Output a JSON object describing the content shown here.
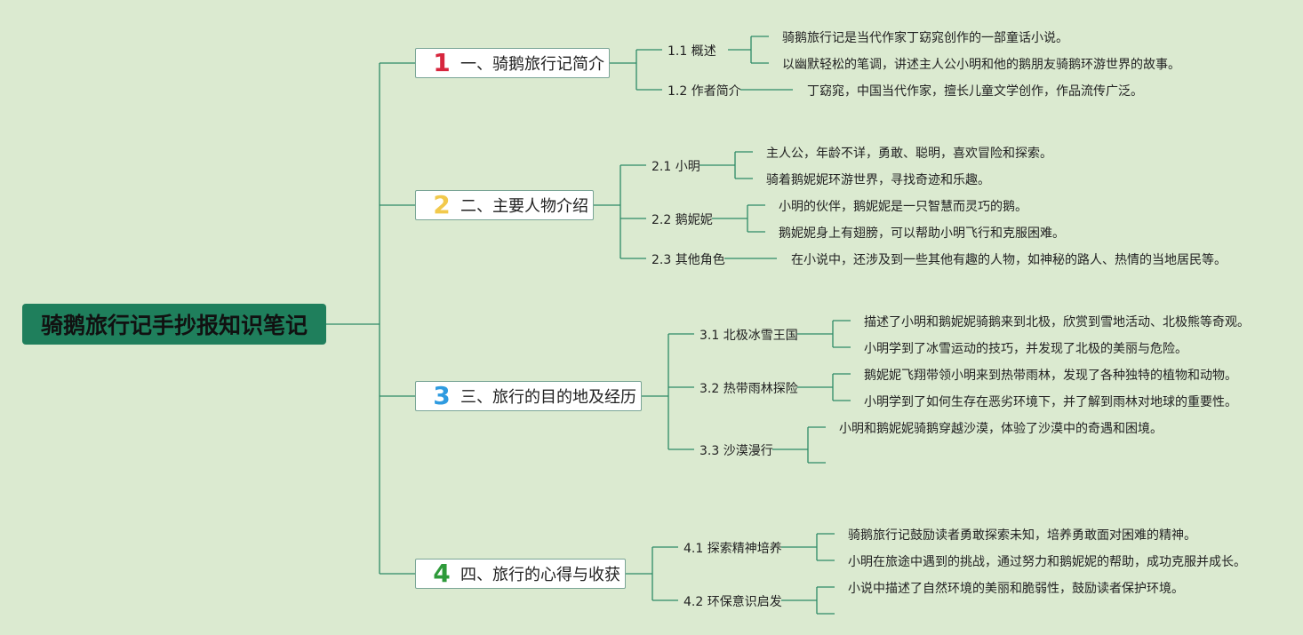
{
  "root": {
    "title": "骑鹅旅行记手抄报知识笔记"
  },
  "colors": {
    "background": "#dbead0",
    "root": "#1f7f5c",
    "line": "#2e8a66",
    "num1": "#d7263d",
    "num2": "#f2c94c",
    "num3": "#2f9be0",
    "num4": "#2e9a3a"
  },
  "sections": [
    {
      "num": "1",
      "title": "一、骑鹅旅行记简介",
      "subs": [
        {
          "label": "1.1 概述",
          "leaves": [
            "骑鹅旅行记是当代作家丁窈窕创作的一部童话小说。",
            "以幽默轻松的笔调，讲述主人公小明和他的鹅朋友骑鹅环游世界的故事。"
          ]
        },
        {
          "label": "1.2 作者简介",
          "leaves": [
            "丁窈窕，中国当代作家，擅长儿童文学创作，作品流传广泛。"
          ]
        }
      ]
    },
    {
      "num": "2",
      "title": "二、主要人物介绍",
      "subs": [
        {
          "label": "2.1 小明",
          "leaves": [
            "主人公，年龄不详，勇敢、聪明，喜欢冒险和探索。",
            "骑着鹅妮妮环游世界，寻找奇迹和乐趣。"
          ]
        },
        {
          "label": "2.2 鹅妮妮",
          "leaves": [
            "小明的伙伴，鹅妮妮是一只智慧而灵巧的鹅。",
            "鹅妮妮身上有翅膀，可以帮助小明飞行和克服困难。"
          ]
        },
        {
          "label": "2.3 其他角色",
          "leaves": [
            "在小说中，还涉及到一些其他有趣的人物，如神秘的路人、热情的当地居民等。"
          ]
        }
      ]
    },
    {
      "num": "3",
      "title": "三、旅行的目的地及经历",
      "subs": [
        {
          "label": "3.1 北极冰雪王国",
          "leaves": [
            "描述了小明和鹅妮妮骑鹅来到北极，欣赏到雪地活动、北极熊等奇观。",
            "小明学到了冰雪运动的技巧，并发现了北极的美丽与危险。"
          ]
        },
        {
          "label": "3.2 热带雨林探险",
          "leaves": [
            "鹅妮妮飞翔带领小明来到热带雨林，发现了各种独特的植物和动物。",
            "小明学到了如何生存在恶劣环境下，并了解到雨林对地球的重要性。"
          ]
        },
        {
          "label": "3.3 沙漠漫行",
          "leaves": [
            "小明和鹅妮妮骑鹅穿越沙漠，体验了沙漠中的奇遇和困境。",
            ""
          ]
        }
      ]
    },
    {
      "num": "4",
      "title": "四、旅行的心得与收获",
      "subs": [
        {
          "label": "4.1 探索精神培养",
          "leaves": [
            "骑鹅旅行记鼓励读者勇敢探索未知，培养勇敢面对困难的精神。",
            "小明在旅途中遇到的挑战，通过努力和鹅妮妮的帮助，成功克服并成长。"
          ]
        },
        {
          "label": "4.2 环保意识启发",
          "leaves": [
            "小说中描述了自然环境的美丽和脆弱性，鼓励读者保护环境。",
            ""
          ]
        }
      ]
    }
  ]
}
